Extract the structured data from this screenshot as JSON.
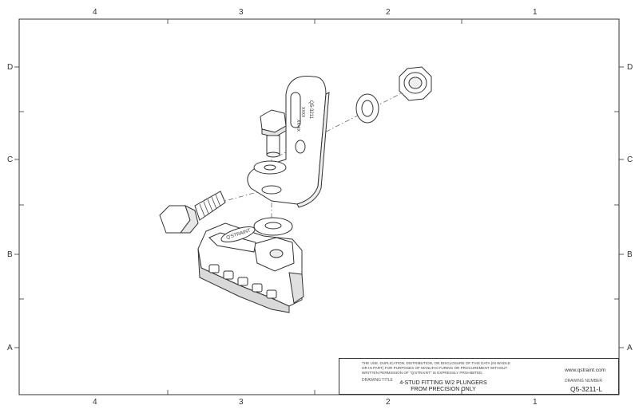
{
  "zones": {
    "top": [
      "4",
      "3",
      "2",
      "1"
    ],
    "bottom": [
      "4",
      "3",
      "2",
      "1"
    ],
    "left": [
      "D",
      "C",
      "B",
      "A"
    ],
    "right": [
      "D",
      "C",
      "B",
      "A"
    ]
  },
  "title_block": {
    "notice": "THE USE, DUPLICATION, DISTRIBUTION, OR DISCLOSURE OF THIS DATA (IN WHOLE OR IN PART) FOR PURPOSES OF MANUFACTURING OR PROCUREMENT WITHOUT WRITTEN PERMISSION OF \"Q'STRAINT\" IS EXPRESSLY PROHIBITED.",
    "drawing_title_label": "DRAWING TITLE",
    "drawing_title_line1": "4-STUD FITTING W/2 PLUNGERS",
    "drawing_title_line2": "FROM PRECISION ONLY",
    "website": "www.qstraint.com",
    "drawing_number_label": "DRAWING NUMBER",
    "drawing_number": "Q5-3211-L"
  },
  "part_markings": {
    "bracket_code": "Q5-3211",
    "bracket_date": "XXXX",
    "bracket_lot": "XX-XX",
    "fitting_logo": "Q'STRAINT"
  },
  "colors": {
    "line": "#333333",
    "paper": "#ffffff"
  }
}
